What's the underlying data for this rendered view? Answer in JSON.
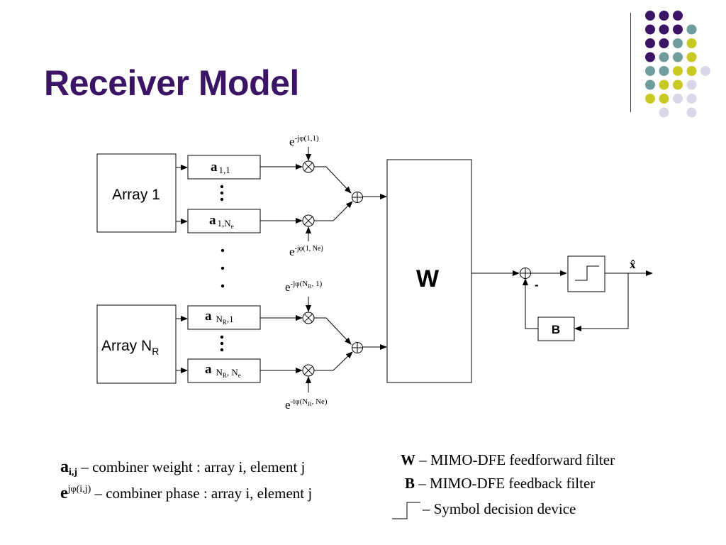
{
  "slide": {
    "title": "Receiver Model"
  },
  "decor": {
    "dot_colors": {
      "purple": "#3b1466",
      "teal": "#6f9c9c",
      "lime": "#c9c924",
      "lavender": "#d8d8ea"
    }
  },
  "diagram": {
    "array1": "Array 1",
    "arrayNR_base": "Array N",
    "arrayNR_sub": "R",
    "weight_symbol": "a",
    "w11_sub": "1,1",
    "w1N_sub": "1,N",
    "w1N_subsub": "e",
    "wNR1_sub1": "N",
    "wNR1_sub1sub": "R",
    "wNR1_sub2": ",1",
    "wNRN_sub1": "N",
    "wNRN_sub1sub": "R",
    "wNRN_sub2": ", N",
    "wNRN_sub2sub": "e",
    "phase_base": "e",
    "phase11_sup": "-jφ(1,1)",
    "phase1N_sup": "-jφ(1, Ne)",
    "phaseNR1_sup_a": "-jφ(N",
    "phaseNR1_sup_b": "R",
    "phaseNR1_sup_c": ", 1)",
    "phaseNRN_sup_a": "-iφ(N",
    "phaseNRN_sup_b": "R",
    "phaseNRN_sup_c": ", Ne)",
    "W_label": "W",
    "B_label": "B",
    "minus_sign": "-",
    "output_label": "x̂"
  },
  "legend": {
    "left": [
      {
        "sym": "a",
        "sub": "i,j",
        "text": " – combiner weight : array i, element j"
      },
      {
        "sym": "e",
        "sup": "jφ(i,j)",
        "text": " – combiner phase : array i, element j"
      }
    ],
    "right": [
      {
        "sym": "W",
        "text": " – MIMO-DFE feedforward filter"
      },
      {
        "sym": "B",
        "text": " – MIMO-DFE feedback filter"
      },
      {
        "sym": "",
        "text": "– Symbol decision device"
      }
    ]
  }
}
